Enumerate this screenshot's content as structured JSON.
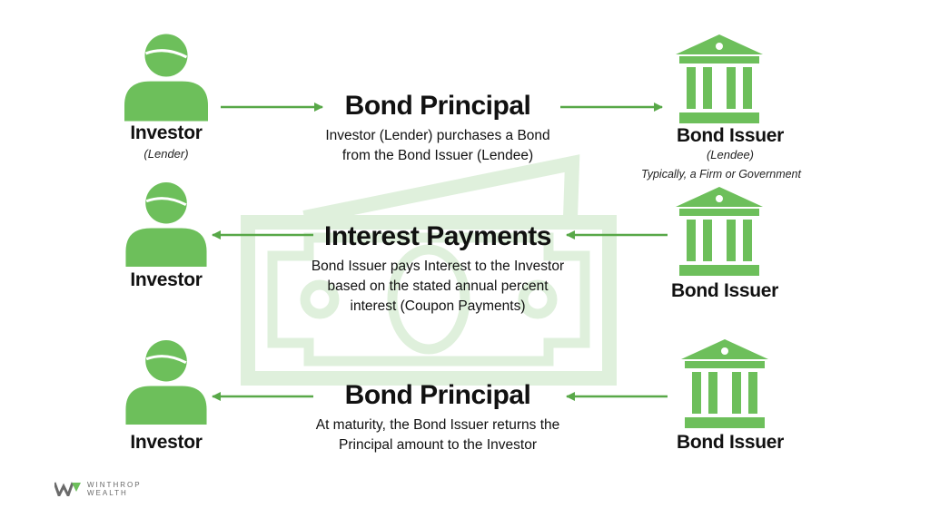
{
  "rows": [
    {
      "investor_label": "Investor",
      "investor_sub": "(Lender)",
      "title": "Bond Principal",
      "desc_lines": [
        "Investor (Lender) purchases a Bond",
        "from the Bond Issuer (Lendee)"
      ],
      "issuer_label": "Bond Issuer",
      "issuer_sub": "(Lendee)",
      "issuer_note": "Typically, a Firm or Government"
    },
    {
      "investor_label": "Investor",
      "title": "Interest Payments",
      "desc_lines": [
        "Bond Issuer pays Interest to the Investor",
        "based on the stated annual percent",
        "interest (Coupon Payments)"
      ],
      "issuer_label": "Bond Issuer"
    },
    {
      "investor_label": "Investor",
      "title": "Bond Principal",
      "desc_lines": [
        "At maturity, the Bond Issuer returns the",
        "Principal amount to the Investor"
      ],
      "issuer_label": "Bond Issuer"
    }
  ],
  "brand": {
    "line1": "WINTHROP",
    "line2": "WEALTH"
  },
  "colors": {
    "accent": "#6dbf5b",
    "watermark": "#dff0dc",
    "arrow": "#58a848"
  }
}
